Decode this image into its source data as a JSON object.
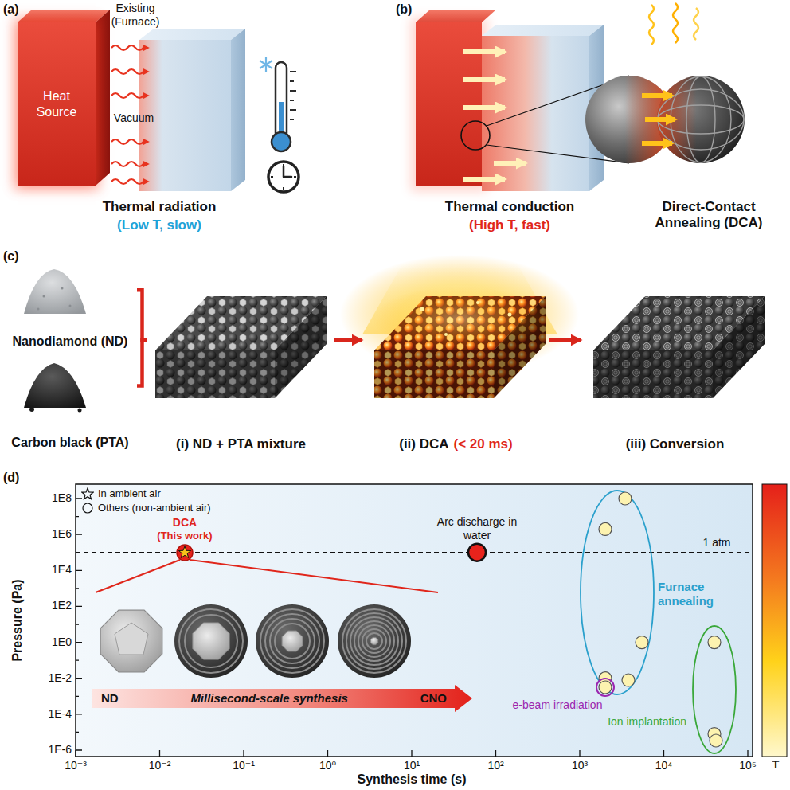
{
  "diagram": {
    "nodes": [
      {
        "text": [
          "Heat Source"
        ]
      },
      {
        "text": [
          "Nanodiamond (ND)"
        ]
      },
      {
        "text": [
          "Carbon black (PTA)"
        ]
      },
      {
        "text": [
          "(i) ND + PTA mixture"
        ]
      },
      {
        "text": [
          "(ii) DCA",
          "(< 20 ms)"
        ]
      },
      {
        "text": [
          "(iii) Conversion"
        ]
      },
      {
        "text": [
          "ND",
          "Millisecond-scale synthesis",
          "CNO"
        ]
      }
    ],
    "edges": [
      {
        "from": 1,
        "to": 3,
        "arrow": "none"
      },
      {
        "from": 2,
        "to": 3,
        "arrow": "none"
      },
      {
        "from": 3,
        "to": 4,
        "arrow": "to"
      },
      {
        "from": 4,
        "to": 5,
        "arrow": "to"
      }
    ],
    "labels": [
      "(a)",
      "Existing (Furnace)",
      "Vacuum",
      "Thermal radiation",
      "(Low T, slow)",
      "(b)",
      "Thermal conduction",
      "(High T, fast)",
      "Direct-Contact Annealing (DCA)",
      "(c)",
      "(d)",
      "Pressure (Pa)",
      "1E8",
      "1E6",
      "1E4",
      "1E2",
      "1E0",
      "1E-2",
      "1E-4",
      "1E-6",
      "10⁻³",
      "10⁻²",
      "10⁻¹",
      "10⁰",
      "10¹",
      "10²",
      "10³",
      "10⁴",
      "10⁵",
      "Synthesis time (s)",
      "DCA",
      "(This work)",
      "Arc discharge in water",
      "1 atm",
      "Furnace annealing",
      "e-beam irradiation",
      "Ion implantation",
      "T"
    ],
    "legend": [
      {
        "text": "In ambient air"
      },
      {
        "text": "Others (non-ambient air)"
      }
    ]
  }
}
